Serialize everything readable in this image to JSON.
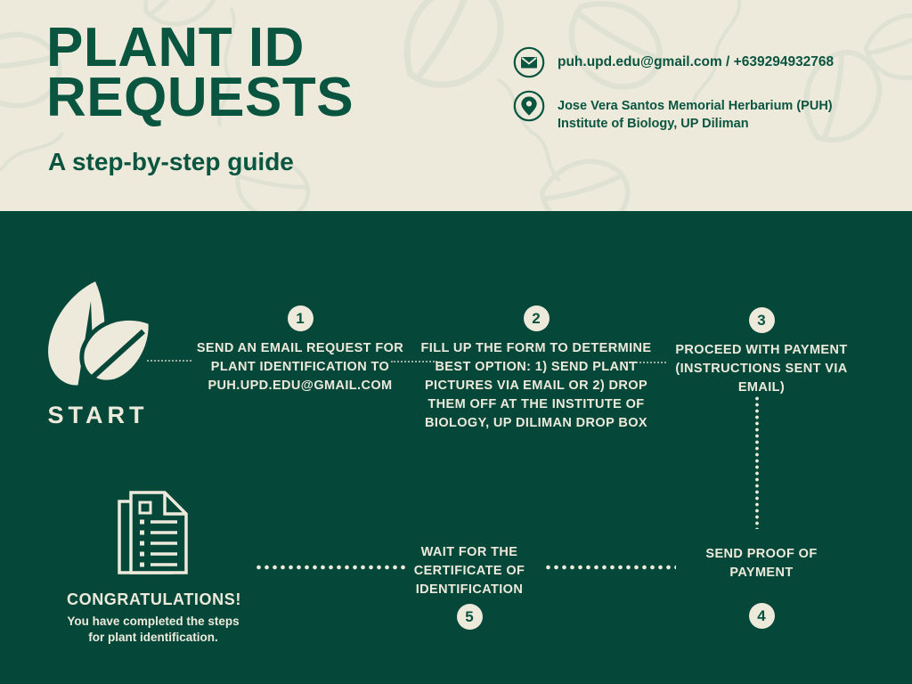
{
  "colors": {
    "cream": "#EDEADC",
    "green_background": "#05483A",
    "green_ink": "#0A5540",
    "doodle": "#D9DECD"
  },
  "header": {
    "title": "PLANT ID\nREQUESTS",
    "subtitle": "A step-by-step guide",
    "contact": {
      "email_phone": "puh.upd.edu@gmail.com / +639294932768",
      "address": "Jose Vera Santos Memorial Herbarium (PUH)\nInstitute of Biology, UP Diliman"
    }
  },
  "flow": {
    "start_label": "START",
    "steps": [
      {
        "number": "1",
        "text": "SEND AN EMAIL REQUEST FOR\nPLANT IDENTIFICATION TO\nPUH.UPD.EDU@GMAIL.COM"
      },
      {
        "number": "2",
        "text": "FILL UP THE FORM TO DETERMINE\nBEST OPTION: 1) SEND PLANT\nPICTURES VIA EMAIL OR 2) DROP\nTHEM OFF AT THE INSTITUTE OF\nBIOLOGY, UP DILIMAN DROP BOX"
      },
      {
        "number": "3",
        "text": "PROCEED WITH PAYMENT\n(INSTRUCTIONS SENT VIA\nEMAIL)"
      },
      {
        "number": "4",
        "text": "SEND PROOF OF\nPAYMENT"
      },
      {
        "number": "5",
        "text": "WAIT FOR THE\nCERTIFICATE OF\nIDENTIFICATION"
      }
    ],
    "completion": {
      "heading": "CONGRATULATIONS!",
      "body": "You have completed the steps\nfor plant identification."
    }
  }
}
